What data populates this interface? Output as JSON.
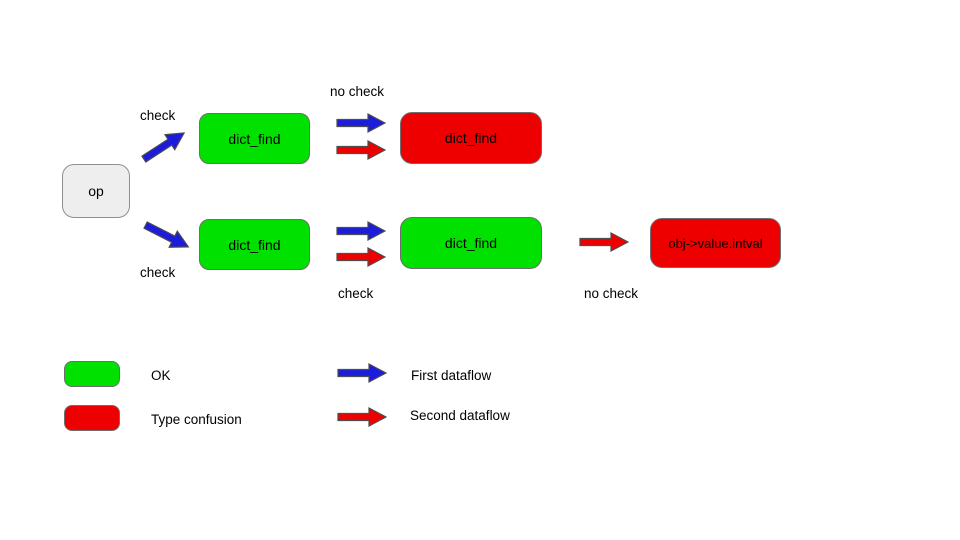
{
  "diagram": {
    "nodes": {
      "op": "op",
      "row1_checked_find": "dict_find",
      "row1_sink_find": "dict_find",
      "row2_checked_find": "dict_find",
      "row2_mid_find": "dict_find",
      "row2_sink": "obj->value.intval"
    },
    "labels": {
      "row1_left_check": "check",
      "row1_mid_no_check": "no check",
      "row2_left_check": "check",
      "row2_mid_check": "check",
      "row2_right_no_check": "no check"
    }
  },
  "legend": {
    "ok": "OK",
    "type_confusion": "Type confusion",
    "first_dataflow": "First dataflow",
    "second_dataflow": "Second dataflow"
  },
  "colors": {
    "ok_green": "#00e100",
    "type_confusion_red": "#ee0000",
    "first_dataflow_blue": "#1c1cdc",
    "second_dataflow_red": "#ee0000",
    "op_fill": "#eeeeee",
    "outline_gray": "#4d4d4d"
  }
}
